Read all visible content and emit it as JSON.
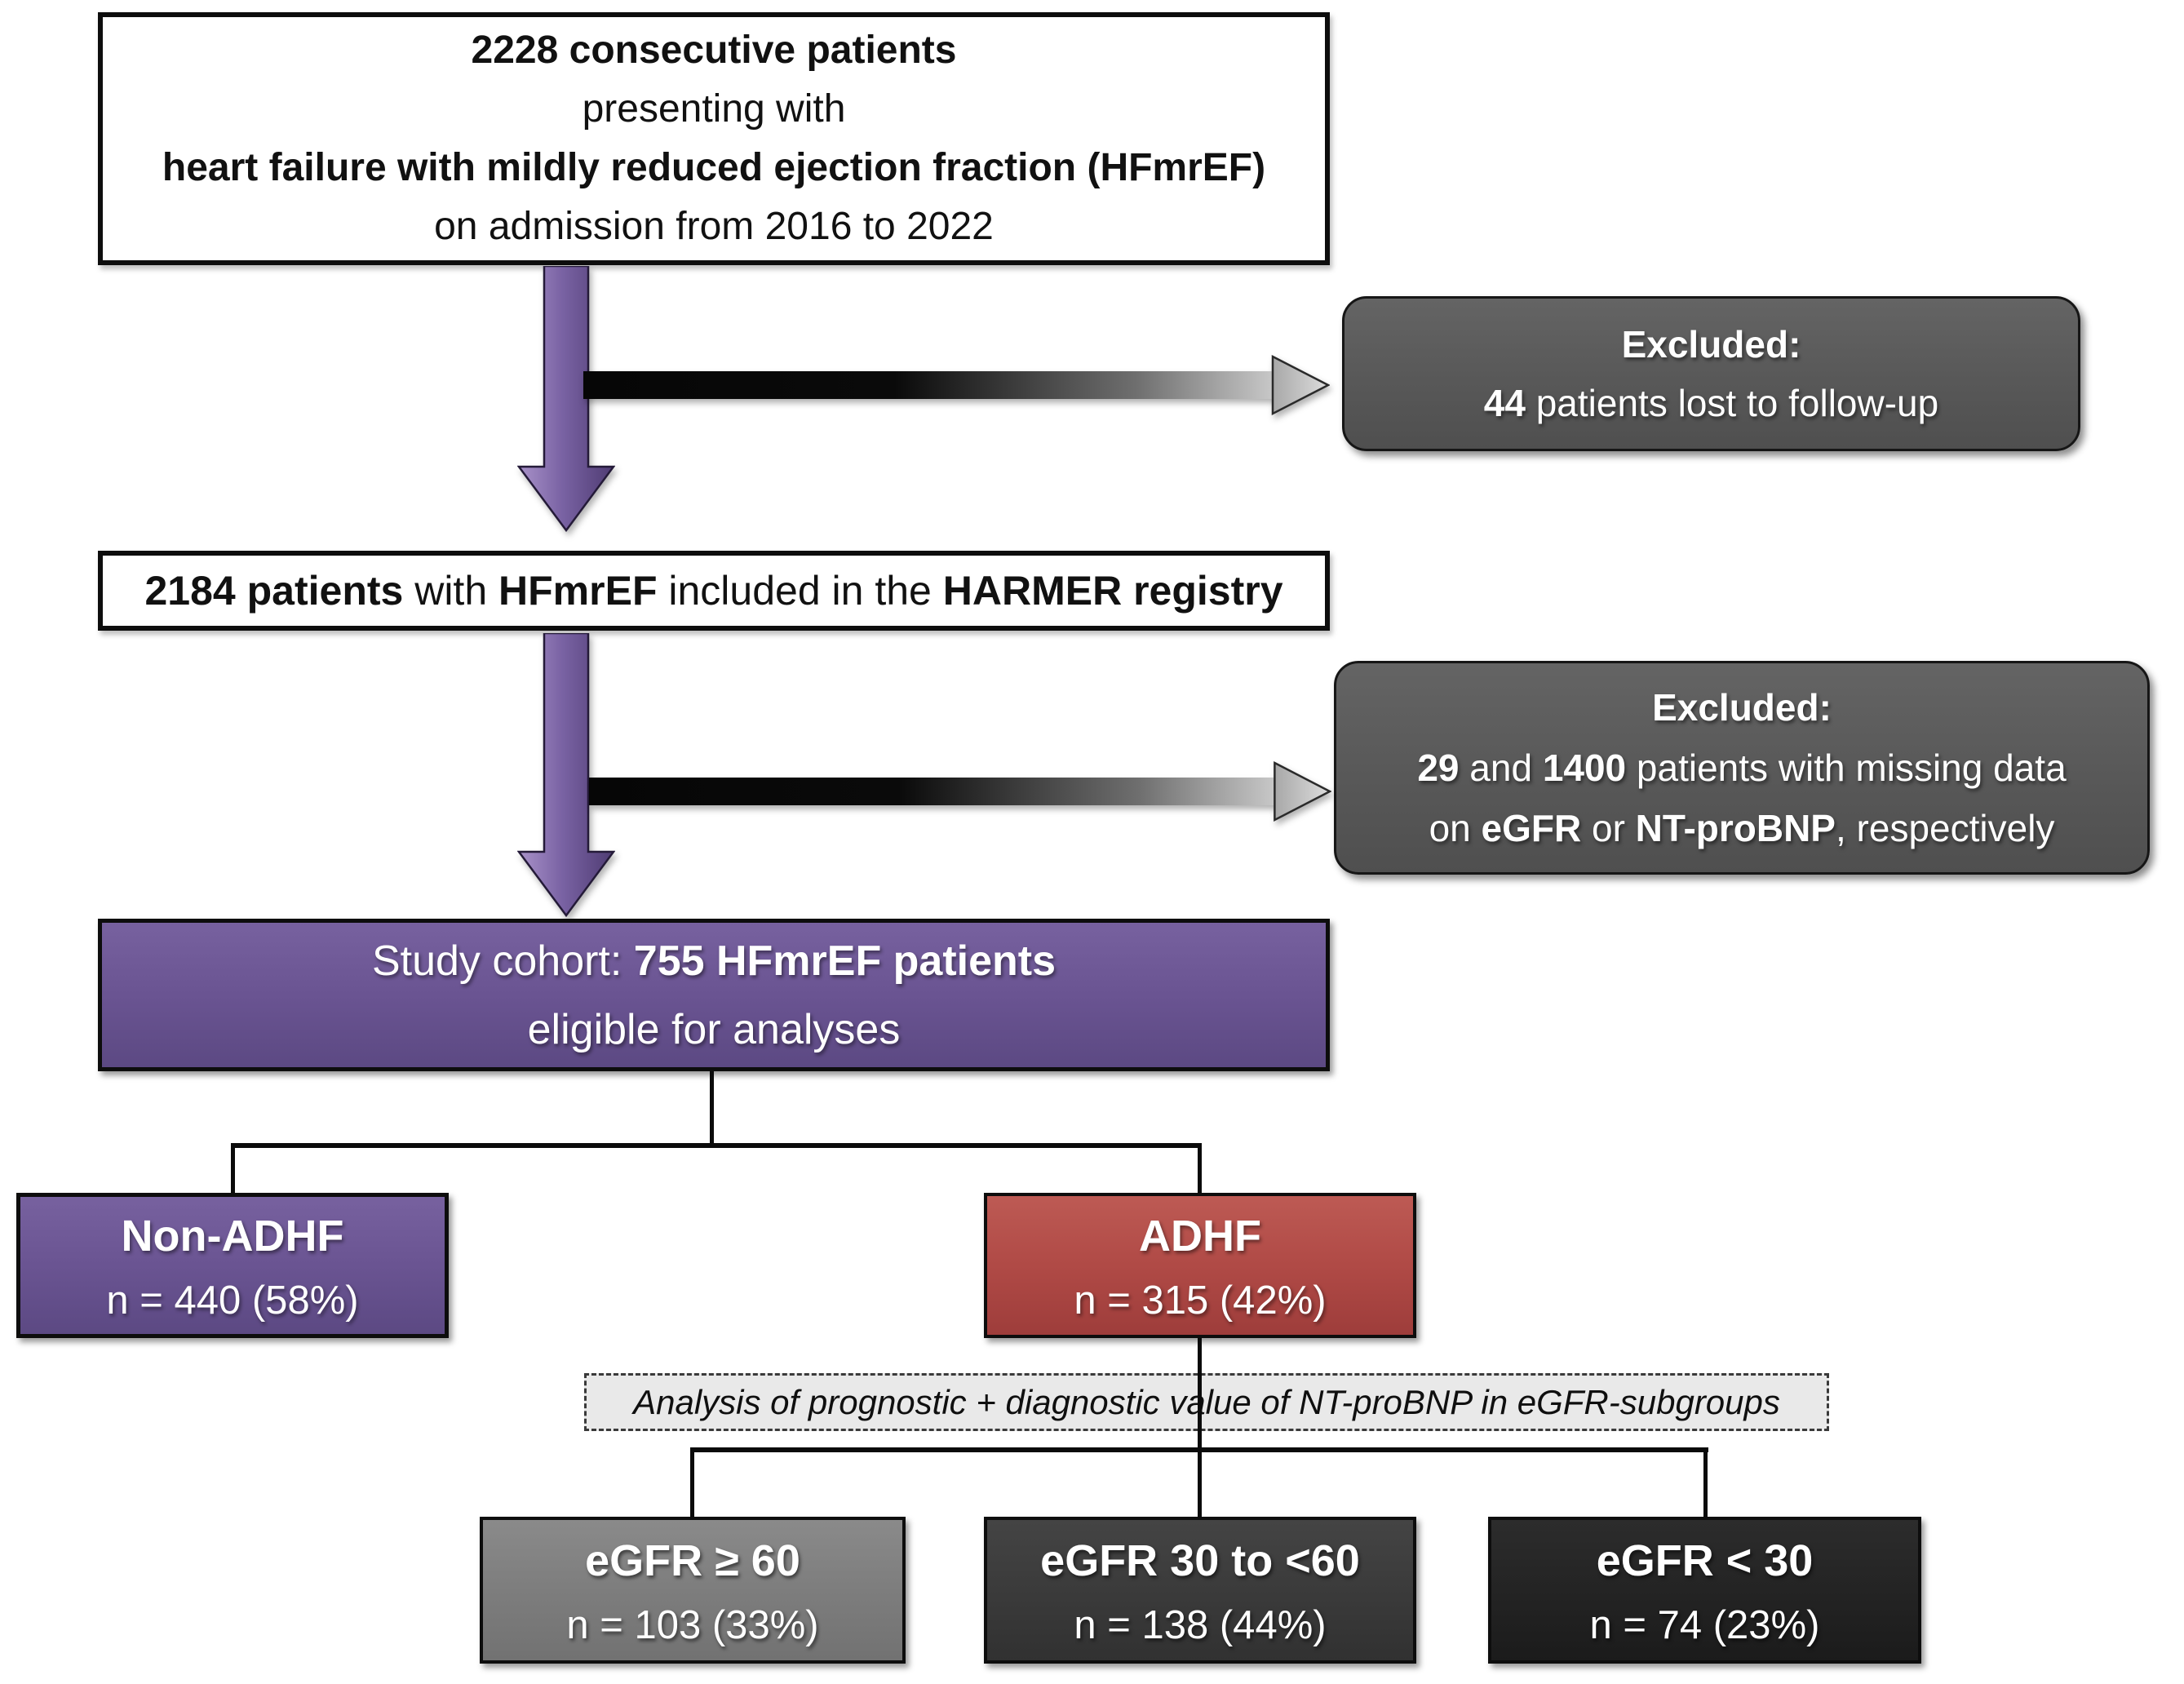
{
  "palette": {
    "purple": "#6a5492",
    "purple_light": "#77619f",
    "purple_dark": "#5c4983",
    "arrow_purple": "#7a63a4",
    "red": "#b04a46",
    "excluded_gray": "#585858",
    "egfr_gray_light": "#7c7c7c",
    "egfr_gray_dark": "#3a3a3a",
    "egfr_black": "#232323",
    "note_bg": "#e9e9e9",
    "line_black": "#0b0b0b",
    "box_border": "#0d0d0d",
    "text_white": "#ffffff"
  },
  "top_box": {
    "line1": "2228 consecutive patients",
    "line2": "presenting with",
    "line3": "heart failure with mildly reduced ejection fraction (HFmrEF)",
    "line4": "on admission from 2016 to 2022"
  },
  "excluded1": {
    "title": "Excluded:",
    "count": "44",
    "text": " patients lost to follow-up"
  },
  "registry_box": {
    "seg1": "2184 patients",
    "seg2": " with ",
    "seg3": "HFmrEF",
    "seg4": " included in the ",
    "seg5": "HARMER registry"
  },
  "excluded2": {
    "title": "Excluded:",
    "line2": {
      "n1": "29",
      "and": " and ",
      "n2": "1400",
      "rest": " patients with missing data"
    },
    "line3": {
      "pre": "on ",
      "b1": "eGFR",
      "or": " or ",
      "b2": "NT-proBNP",
      "rest": ", respectively"
    }
  },
  "cohort_box": {
    "pre": "Study cohort: ",
    "bold": "755 HFmrEF patients",
    "line2": "eligible for analyses"
  },
  "non_adhf": {
    "title": "Non-ADHF",
    "n": "n = 440 (58%)"
  },
  "adhf": {
    "title": "ADHF",
    "n": "n = 315 (42%)"
  },
  "analysis_note": "Analysis of prognostic + diagnostic value of NT-proBNP in eGFR-subgroups",
  "egfr_groups": [
    {
      "title": "eGFR ≥ 60",
      "n": "n = 103 (33%)"
    },
    {
      "title": "eGFR 30 to <60",
      "n": "n = 138 (44%)"
    },
    {
      "title": "eGFR < 30",
      "n": "n = 74 (23%)"
    }
  ]
}
